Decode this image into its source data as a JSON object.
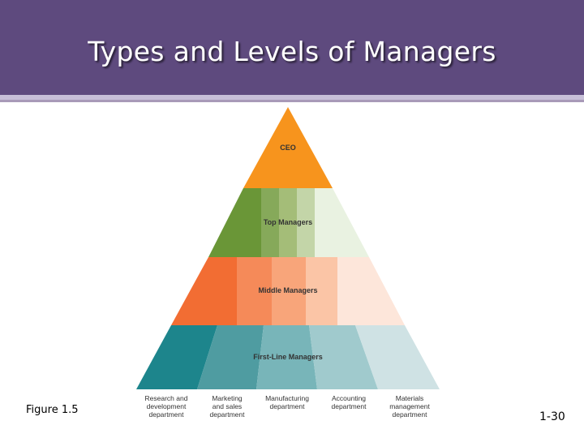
{
  "title": "Types and Levels of Managers",
  "tiers": {
    "ceo": "CEO",
    "top": "Top Managers",
    "middle": "Middle Managers",
    "first": "First-Line Managers"
  },
  "departments": [
    "Research and\ndevelopment\ndepartment",
    "Marketing\nand sales\ndepartment",
    "Manufacturing\ndepartment",
    "Accounting\ndepartment",
    "Materials\nmanagement\ndepartment"
  ],
  "caption": "Figure 1.5",
  "slide_number": "1-30",
  "colors": {
    "header": "#5e4a7e",
    "ceo": "#f7941d",
    "top": [
      "#6a9637",
      "#86a95a",
      "#a4bd78",
      "#c3d5a8",
      "#e9f2e1"
    ],
    "middle": [
      "#f26d33",
      "#f58a59",
      "#f8a57a",
      "#fbc5a6",
      "#fde6da"
    ],
    "first": [
      "#1d858c",
      "#4f9ca1",
      "#78b5b9",
      "#a0cacd",
      "#cfe2e4"
    ]
  }
}
